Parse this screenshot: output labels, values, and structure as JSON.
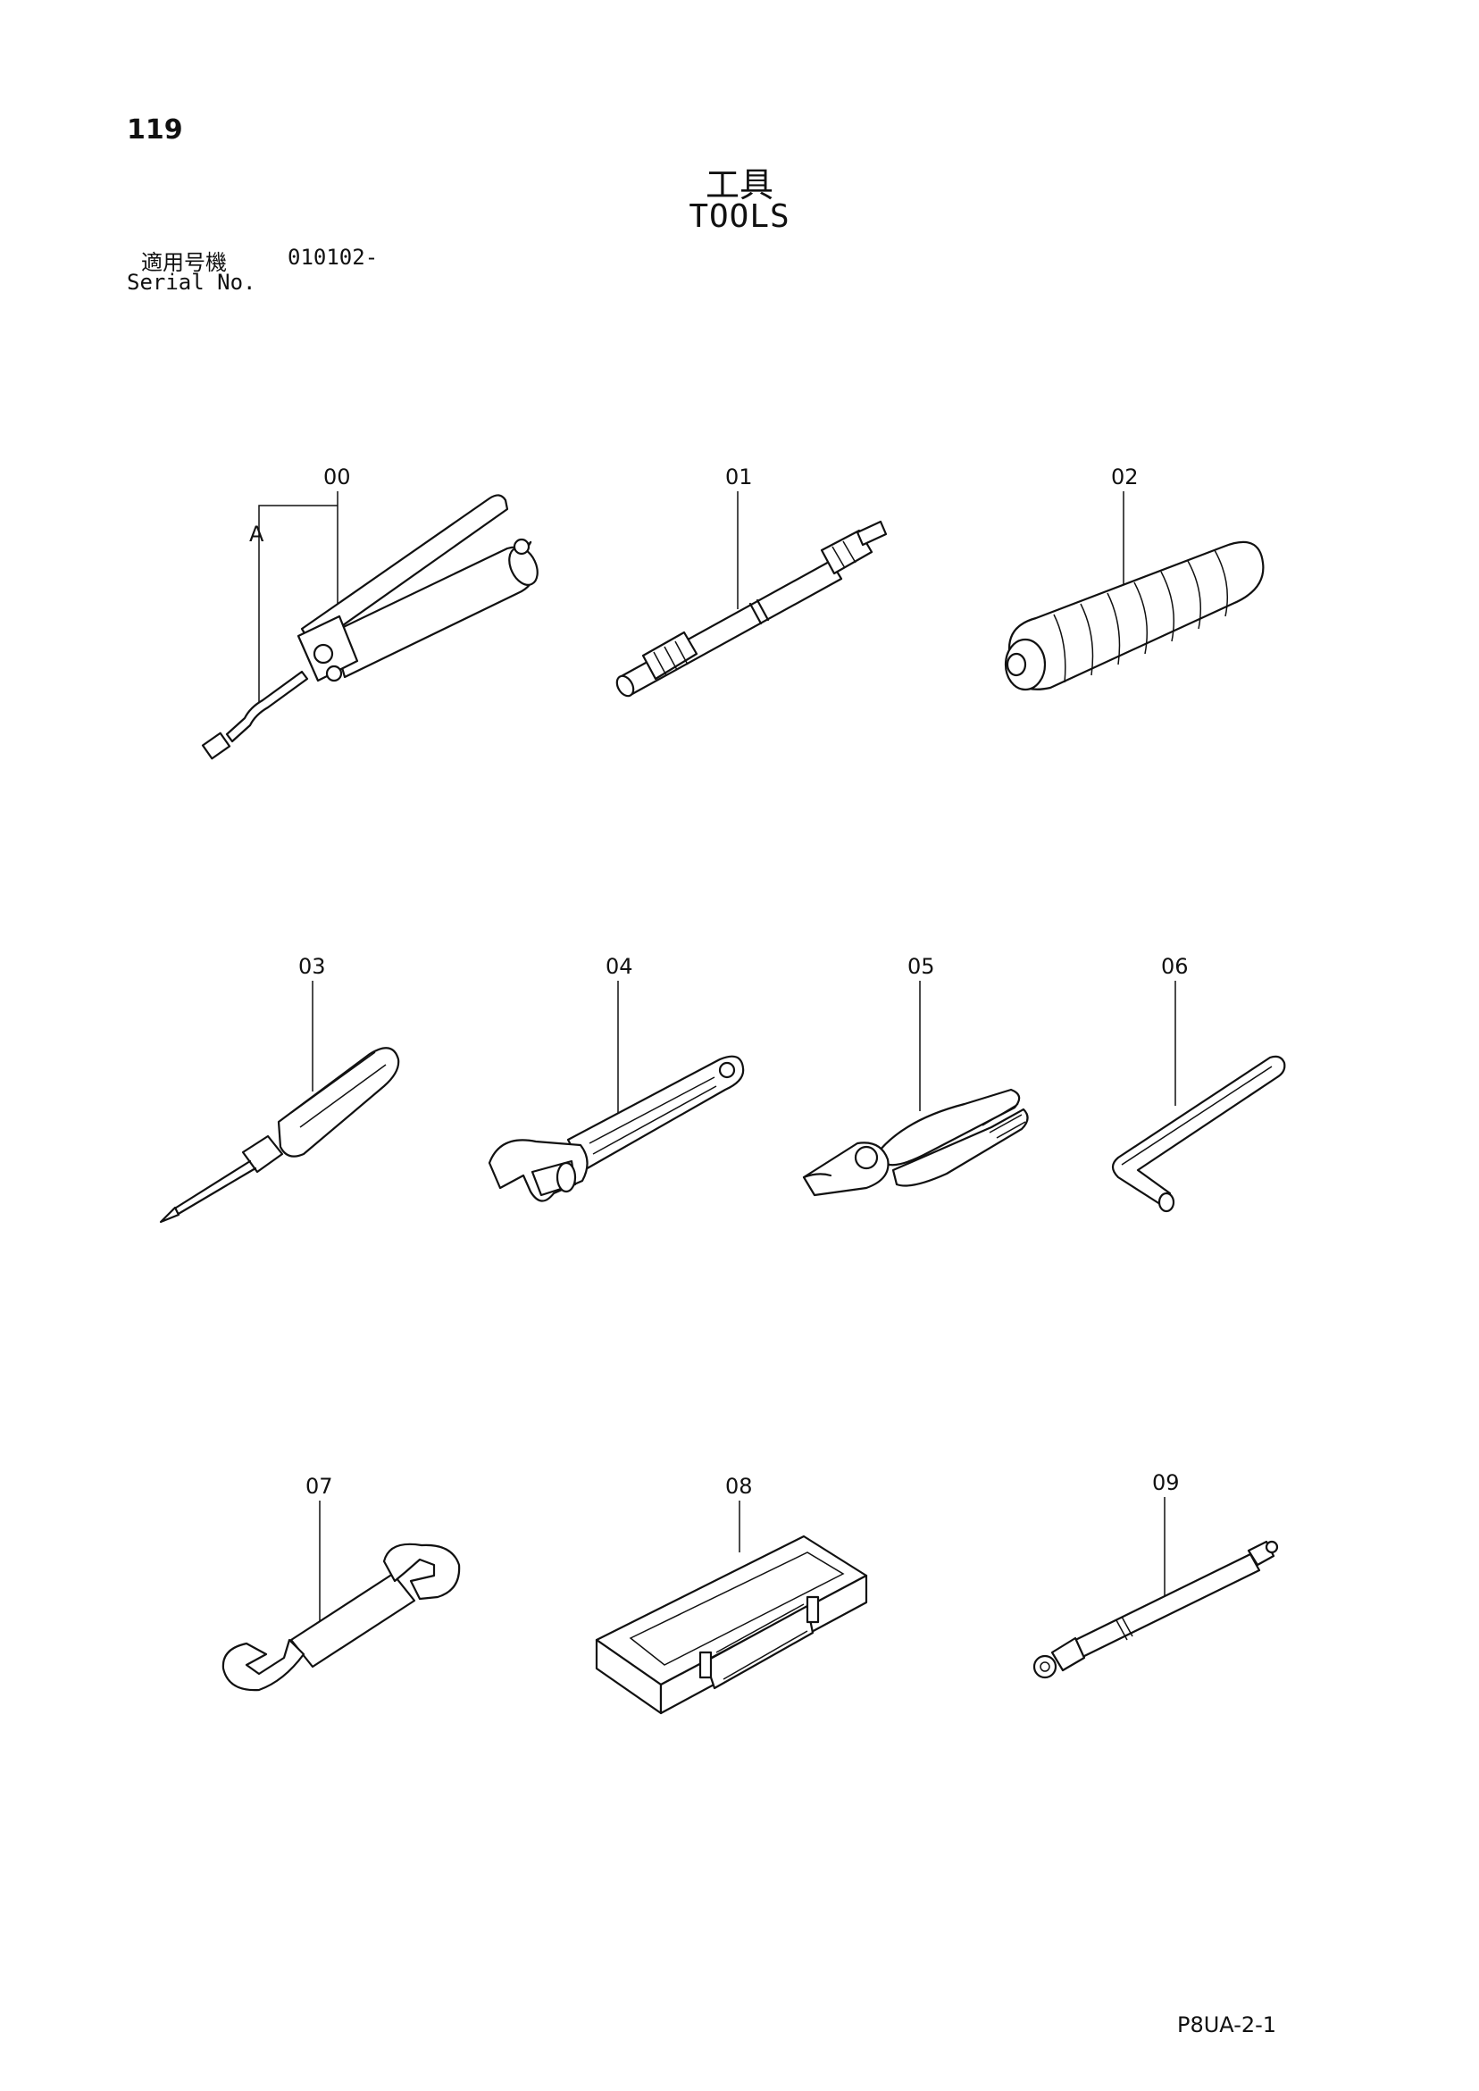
{
  "page": {
    "number": "119",
    "title_ja": "工具",
    "title_en": "TOOLS",
    "serial_label_ja": "適用号機",
    "serial_value": "010102-",
    "serial_label_en": "Serial No.",
    "drawing_ref": "P8UA-2-1"
  },
  "parts": [
    {
      "label": "00",
      "icon": "grease-gun-icon",
      "sub_label": "A"
    },
    {
      "label": "01",
      "icon": "extension-rod-icon"
    },
    {
      "label": "02",
      "icon": "bellows-icon"
    },
    {
      "label": "03",
      "icon": "screwdriver-icon"
    },
    {
      "label": "04",
      "icon": "adjustable-wrench-icon"
    },
    {
      "label": "05",
      "icon": "pliers-icon"
    },
    {
      "label": "06",
      "icon": "hex-key-icon"
    },
    {
      "label": "07",
      "icon": "open-end-wrench-icon"
    },
    {
      "label": "08",
      "icon": "tool-box-icon"
    },
    {
      "label": "09",
      "icon": "tire-gauge-icon"
    }
  ]
}
